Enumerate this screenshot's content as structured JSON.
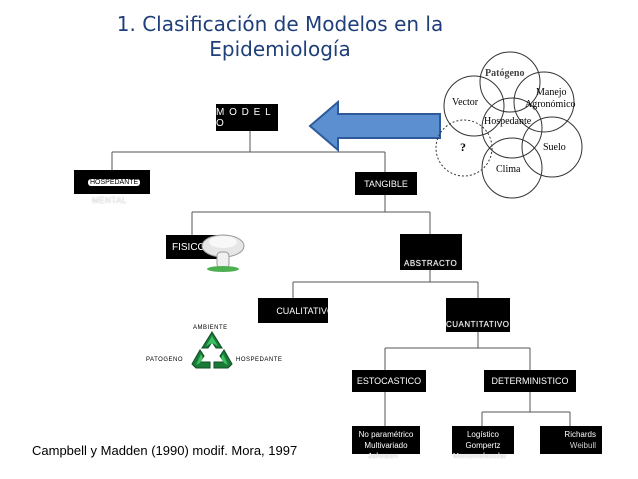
{
  "title": {
    "line1": "1. Clasificación de Modelos en la",
    "line2": "Epidemiología"
  },
  "venn": {
    "patogeno": "Patógeno",
    "manejo_line1": "Manejo",
    "manejo_line2": "Agronómico",
    "vector": "Vector",
    "hospedante": "Hospedante",
    "question": "?",
    "suelo": "Suelo",
    "clima": "Clima"
  },
  "tree": {
    "modelo": "M O D E L O",
    "hospedante_box": "HOSPEDANTE",
    "mental": "MENTAL",
    "tangible": "TANGIBLE",
    "fisico": "FISICO",
    "abstracto": "ABSTRACTO",
    "cualitativo": "CUALITATIVO",
    "cuantitativo": "CUANTITATIVO",
    "ambiente": "AMBIENTE",
    "patogeno": "PATOGENO",
    "hospedante": "HOSPEDANTE",
    "estocastico": "ESTOCASTICO",
    "deterministico": "DETERMINISTICO",
    "no_param_line1": "No paramétrico",
    "no_param_line2": "Multivariado",
    "no_param_sub": "Johnson",
    "logistico_line1": "Logístico",
    "logistico_line2": "Gompertz",
    "logistico_sub": "Monomolecular",
    "richards_line1": "Richards",
    "richards_line2": "Weibull"
  },
  "citation": "Campbell y Madden (1990) modif. Mora, 1997",
  "colors": {
    "title": "#1f3f7a",
    "arrow_fill": "#5b8fd0",
    "arrow_stroke": "#2e5a9a",
    "recycle": "#1a7a3a"
  }
}
